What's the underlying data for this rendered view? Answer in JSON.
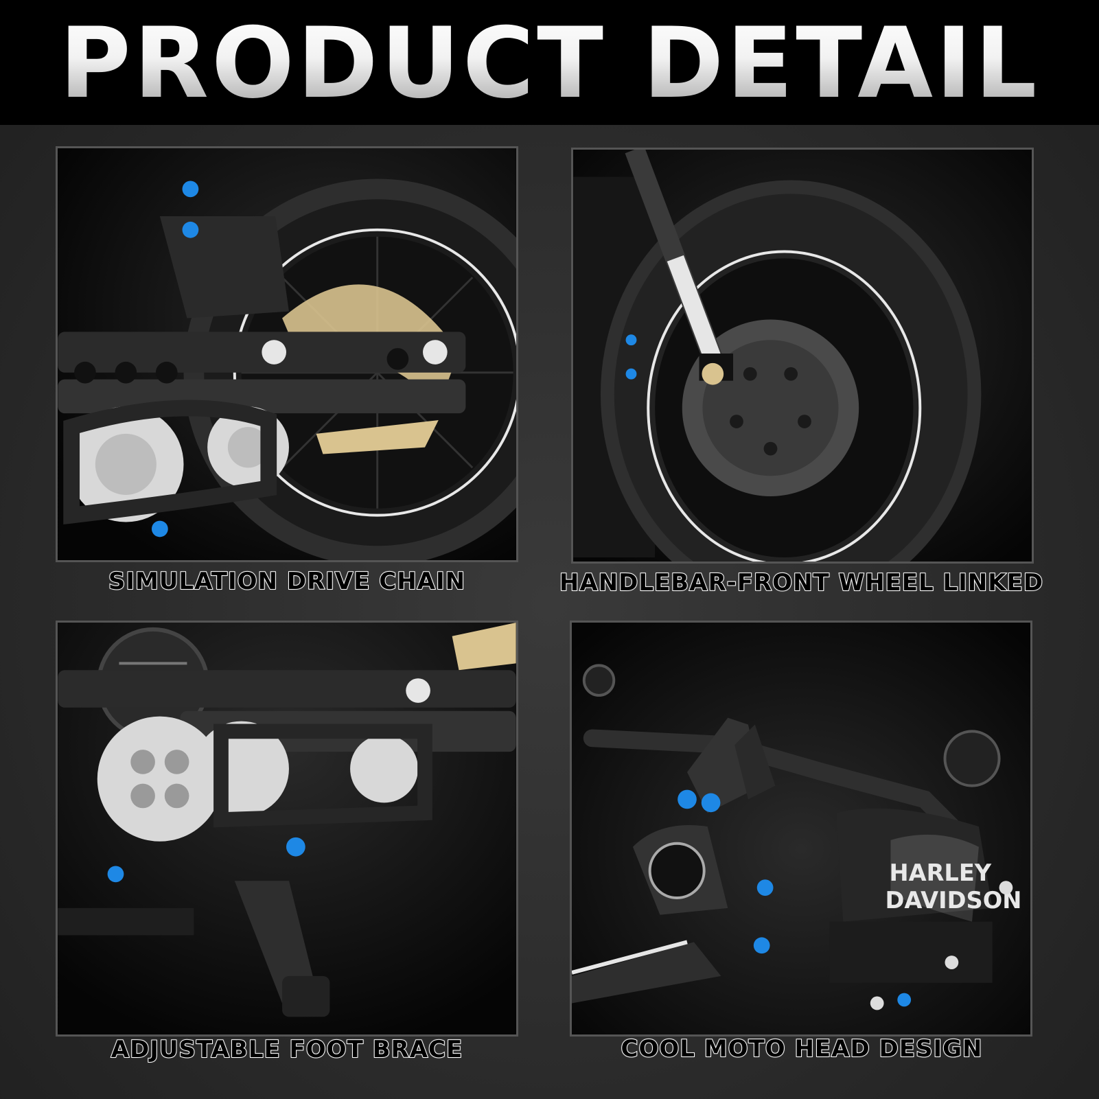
{
  "header": {
    "title": "PRODUCT DETAIL"
  },
  "panels": [
    {
      "caption": "SIMULATION DRIVE CHAIN",
      "photo": "rear-wheel-drive-chain-photo"
    },
    {
      "caption": "HANDLEBAR-FRONT WHEEL LINKED",
      "photo": "front-wheel-disc-brake-photo"
    },
    {
      "caption": "ADJUSTABLE FOOT BRACE",
      "photo": "gears-kickstand-photo"
    },
    {
      "caption": "COOL MOTO HEAD DESIGN",
      "photo": "handlebar-headlight-tank-photo"
    }
  ],
  "tank_logo": {
    "line1": "HARLEY",
    "line2": "DAVIDSON"
  },
  "colors": {
    "accent_blue": "#1e88e5",
    "chain_tan": "#d9c38f",
    "gear_white": "#d8d8d8"
  }
}
